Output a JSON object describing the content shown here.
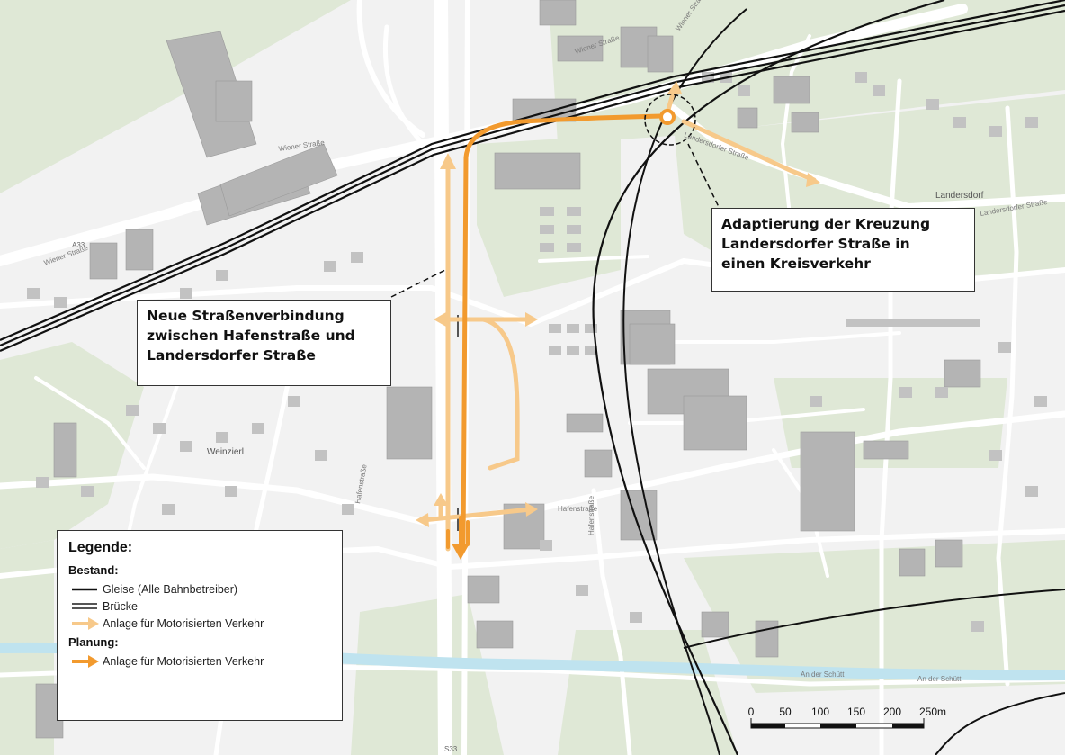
{
  "map": {
    "streets": {
      "wiener1": "Wiener Straße",
      "wiener2": "Wiener Straße",
      "wiener3": "Wiener Straße",
      "wiener4": "Wiener Straße",
      "landersdorfer1": "Landersdorfer Straße",
      "landersdorfer2": "Landersdorfer Straße",
      "hafen1": "Hafenstraße",
      "hafen2": "Hafenstraße",
      "hafen3": "Hafenstraße",
      "ander1": "An der Schütt",
      "ander2": "An der Schütt",
      "place1": "Landersdorf",
      "place2": "Weinzierl",
      "a33": "A33",
      "s33": "S33"
    },
    "callouts": {
      "kreisverkehr": [
        "Adaptierung  der Kreuzung",
        "Landersdorfer Straße in",
        "einen Kreisverkehr"
      ],
      "verbindung": [
        "Neue Straßenverbindung",
        "zwischen Hafenstraße und",
        "Landersdorfer Straße"
      ]
    },
    "legend": {
      "title": "Legende:",
      "bestand": "Bestand:",
      "gleise": "Gleise (Alle Bahnbetreiber)",
      "bruecke": "Brücke",
      "anlage_bestand": "Anlage für Motorisierten Verkehr",
      "planung": "Planung:",
      "anlage_planung": "Anlage für Motorisierten Verkehr"
    },
    "scale": {
      "ticks": [
        "0",
        "50",
        "100",
        "150",
        "200",
        "250m"
      ]
    },
    "colors": {
      "background": "#f2f2f2",
      "green": "#dfe8d6",
      "building": "#b4b4b4",
      "planned": "#f29a2e",
      "planned_light": "#f7c98a",
      "rail": "#111111",
      "water": "#bfe3ef"
    }
  }
}
